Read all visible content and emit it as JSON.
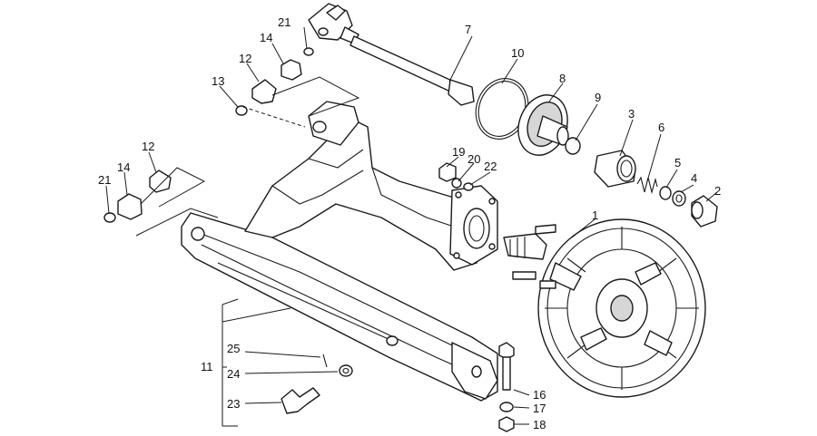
{
  "callouts": {
    "p1": "1",
    "p2": "2",
    "p3": "3",
    "p4": "4",
    "p5": "5",
    "p6": "6",
    "p7": "7",
    "p8": "8",
    "p9": "9",
    "p10": "10",
    "p11": "11",
    "p12a": "12",
    "p12b": "12",
    "p13": "13",
    "p14a": "14",
    "p14b": "14",
    "p16": "16",
    "p17": "17",
    "p18": "18",
    "p19": "19",
    "p20": "20",
    "p21a": "21",
    "p21b": "21",
    "p22": "22",
    "p23": "23",
    "p24": "24",
    "p25": "25"
  }
}
